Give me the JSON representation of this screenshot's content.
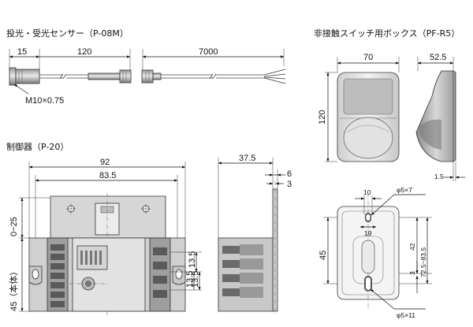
{
  "sensor": {
    "title": "投光・受光センサー（P-08M）",
    "dims": {
      "d15": "15",
      "d120": "120",
      "d7000": "7000"
    },
    "thread": "M10×0.75"
  },
  "controller": {
    "title": "制御器（P-20）",
    "dims": {
      "d92": "92",
      "d83_5": "83.5",
      "d0_25": "0~25",
      "d45_body": "45（本体）",
      "d37_5": "37.5",
      "d6": "6",
      "d3": "3",
      "d13_5a": "13.5",
      "d13_5b": "13.5",
      "d13_5c": "13.5"
    }
  },
  "box": {
    "title": "非接触スイッチ用ボックス（PF-R5）",
    "dims": {
      "d70": "70",
      "d52_5": "52.5",
      "d120": "120",
      "d1_5": "1.5",
      "d10": "10",
      "hole1": "φ5×7",
      "d19": "19",
      "d42": "42",
      "d72_5": "72.5~83.5",
      "d45": "45",
      "d3": "3",
      "hole2": "φ5×11"
    }
  },
  "colors": {
    "body": "#dcdcdc",
    "dark": "#5a5a5a",
    "mid": "#a8a8a8",
    "light": "#efefef",
    "line": "#111111"
  }
}
